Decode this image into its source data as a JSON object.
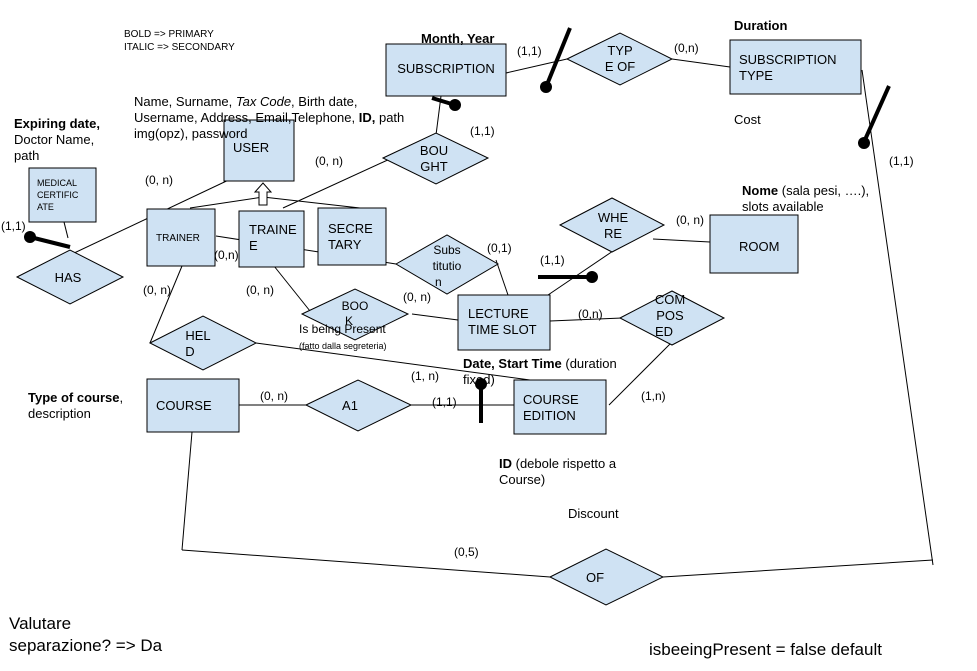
{
  "legend": {
    "bold": "BOLD => PRIMARY",
    "italic": "ITALIC => SECONDARY"
  },
  "entities": {
    "subscription": "SUBSCRIPTION",
    "subscription_type": [
      "SUBSCRIPTION",
      "TYPE"
    ],
    "user": "USER",
    "medical_certificate": [
      "MEDICAL",
      "CERTIFIC",
      "ATE"
    ],
    "trainer": "TRAINER",
    "trainee": [
      "TRAINE",
      "E"
    ],
    "secretary": [
      "SECRE",
      "TARY"
    ],
    "room": "ROOM",
    "lecture_time_slot": [
      "LECTURE",
      "TIME SLOT"
    ],
    "course": "COURSE",
    "course_edition": [
      "COURSE",
      "EDITION"
    ]
  },
  "relationships": {
    "type_of": [
      "TYP",
      "E OF"
    ],
    "bought": [
      "BOU",
      "GHT"
    ],
    "has": "HAS",
    "substitution": [
      "Subs",
      "titutio",
      "n"
    ],
    "where": [
      "WHE",
      "RE"
    ],
    "book": [
      "BOO",
      "K"
    ],
    "composed": [
      "COM",
      "POS",
      "ED"
    ],
    "held": [
      "HEL",
      "D"
    ],
    "a1": "A1",
    "of": "OF"
  },
  "attributes": {
    "subscription_month_year": "Month, Year",
    "subscription_type_duration": "Duration",
    "subscription_type_cost": "Cost",
    "user_line1_a": "Name, Surname, ",
    "user_line1_b": "Tax Code",
    "user_line1_c": ", Birth date,",
    "user_line2_a": "Username, Address, Email,Telephone, ",
    "user_line2_b": "ID,",
    "user_line2_c": " path",
    "user_line3": "img(opz), password",
    "medical_line1": "Expiring date,",
    "medical_line2": "Doctor Name,",
    "medical_line3": "path",
    "room_line1_a": "Nome",
    "room_line1_b": " (sala pesi, ….),",
    "room_line2": "slots available",
    "book_present": "Is being Present",
    "book_present_note": "(fatto dalla segreteria)",
    "edition_line1_a": "Date, Start Time",
    "edition_line1_b": " (duration",
    "edition_line2": "fixed)",
    "edition_id_a": "ID",
    "edition_id_b": " (debole rispetto a",
    "edition_id_line2": "Course)",
    "course_line1_a": "Type of course",
    "course_line1_b": ",",
    "course_line2": "description",
    "of_discount": "Discount"
  },
  "cardinalities": {
    "subscription_typeof": "(1,1)",
    "subtype_typeof": "(0,n)",
    "subscription_bought": "(1,1)",
    "user_bought": "(0, n)",
    "user_has": "(0, n)",
    "medical_has": "(1,1)",
    "subtype_of": "(1,1)",
    "room_where": "(0, n)",
    "slot_where": "(1,1)",
    "substitution_trainer": "(0,n)",
    "substitution_slot": "(0,1)",
    "trainer_held": "(0, n)",
    "trainee_book": "(0, n)",
    "slot_book": "(0, n)",
    "slot_composed": "(0,n)",
    "edition_composed": "(1,n)",
    "held_edition": "(1, n)",
    "course_a1": "(0, n)",
    "edition_a1": "(1,1)",
    "course_of": "(0,5)"
  },
  "notes": {
    "bottom_left_line1": "Valutare",
    "bottom_left_line2": "separazione? => Da",
    "bottom_right": "isbeeingPresent = false default"
  }
}
